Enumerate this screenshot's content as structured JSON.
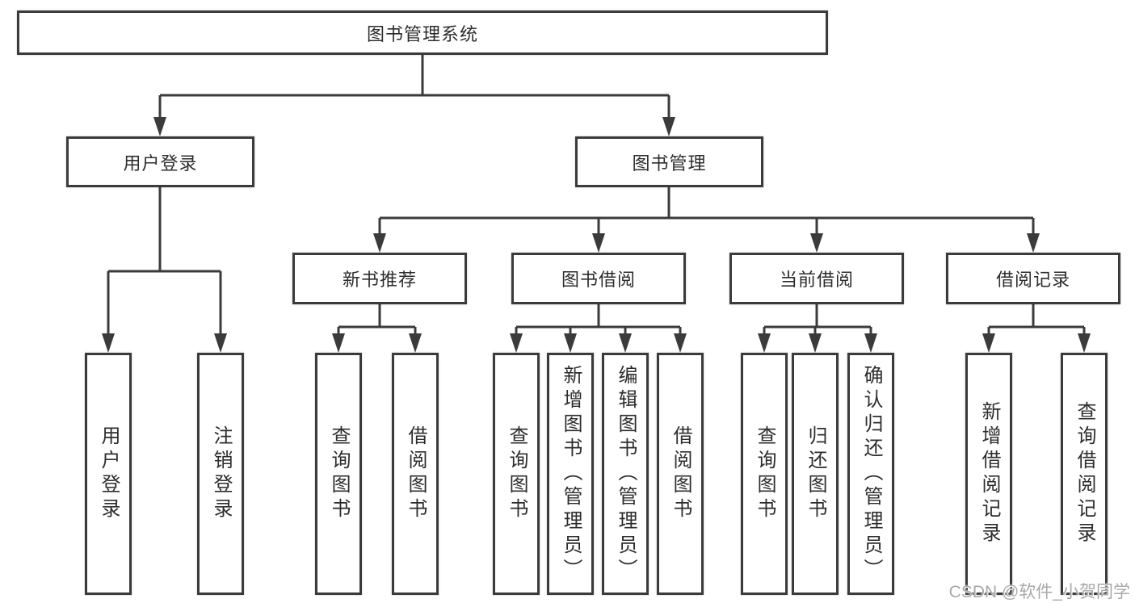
{
  "diagram_title": "图书管理系统",
  "tree": {
    "label": "图书管理系统",
    "children": [
      {
        "label": "用户登录",
        "children": [
          {
            "label": "用户登录"
          },
          {
            "label": "注销登录"
          }
        ]
      },
      {
        "label": "图书管理",
        "children": [
          {
            "label": "新书推荐",
            "children": [
              {
                "label": "查询图书"
              },
              {
                "label": "借阅图书"
              }
            ]
          },
          {
            "label": "图书借阅",
            "children": [
              {
                "label": "查询图书"
              },
              {
                "label": "新增图书（管理员）"
              },
              {
                "label": "编辑图书（管理员）"
              },
              {
                "label": "借阅图书"
              }
            ]
          },
          {
            "label": "当前借阅",
            "children": [
              {
                "label": "查询图书"
              },
              {
                "label": "归还图书"
              },
              {
                "label": "确认归还（管理员）"
              }
            ]
          },
          {
            "label": "借阅记录",
            "children": [
              {
                "label": "新增借阅记录"
              },
              {
                "label": "查询借阅记录"
              }
            ]
          }
        ]
      }
    ]
  },
  "watermark": {
    "text": "CSDN @软件_小贺同学"
  },
  "colors": {
    "line": "#3b3b3b",
    "text": "#2d2d2d",
    "watermark": "#a8a8a8",
    "background": "#ffffff"
  }
}
